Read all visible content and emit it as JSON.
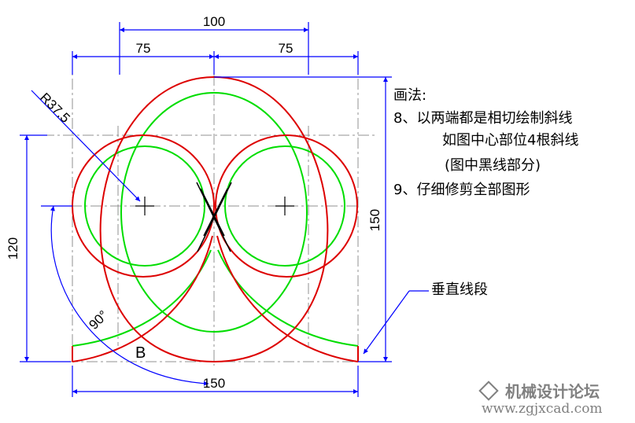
{
  "dimensions": {
    "top_overall": "100",
    "top_left": "75",
    "top_right": "75",
    "radius": "R37.5",
    "left_height": "120",
    "right_height": "150",
    "bottom_width": "150",
    "angle": "90°",
    "point_label": "B"
  },
  "notes": {
    "title": "画法:",
    "step8_line1": "8、以两端都是相切绘制斜线",
    "step8_line2": "如图中心部位4根斜线",
    "step8_line3": "(图中黑线部分)",
    "step9": "9、仔细修剪全部图形"
  },
  "callout": "垂直线段",
  "watermark": {
    "title": "机械设计论坛",
    "url": "www.zgjxcad.com"
  },
  "colors": {
    "dimension": "#0000ff",
    "red_curves": "#e00000",
    "green_curves": "#00e000",
    "center_lines": "#909090",
    "black_tangents": "#000000"
  }
}
